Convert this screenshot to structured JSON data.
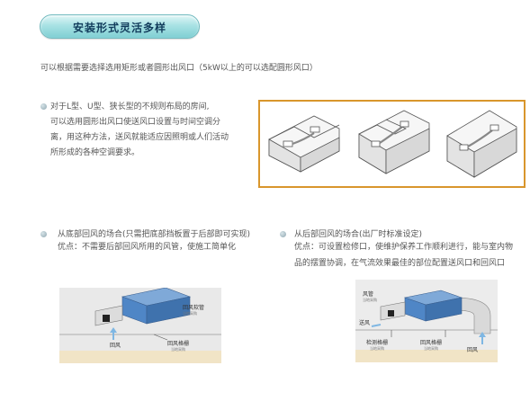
{
  "header": {
    "title": "安装形式灵活多样"
  },
  "intro": "可以根据需要选择选用矩形或者圆形出风口（5kW以上的可以选配圆形风口）",
  "section1": {
    "lines": [
      "对于L型、U型、狭长型的不规则布局的房间,",
      "可以选用圆形出风口使送风口设置与时间空调分",
      "离，用这种方法，送风就能适应因照明或人们活动",
      "所形成的各种空调要求。"
    ]
  },
  "section2": {
    "heading": "从底部回风的场合(只需把底部挡板置于后部即可实现)",
    "advantage": "优点：不需要后部回风所用的风管，使施工简单化",
    "labels": {
      "return_duct": "回风软管",
      "return_duct_note": "当地采购",
      "return_air": "回风",
      "return_grille": "回风格栅",
      "return_grille_note": "当地采购"
    }
  },
  "section3": {
    "heading": "从后部回风的场合(出厂时标准设定)",
    "advantage_line1": "优点：可设置检修口，使维护保养工作顺利进行，能与室内物",
    "advantage_line2": "品的摆置协调，在气流效果最佳的部位配置送风口和回风口",
    "labels": {
      "duct": "风管",
      "duct_note": "当地采购",
      "supply_air": "送风",
      "inspection_grille": "检测格栅",
      "inspection_grille_note": "当地采购",
      "return_grille": "回风格栅",
      "return_grille_note": "当地采购",
      "return_air": "回风"
    }
  },
  "colors": {
    "title_text": "#123c5c",
    "pill_light": "#dff6f6",
    "pill_dark": "#7fcfd3",
    "frame_border": "#d9962c",
    "unit_blue": "#4f86c6",
    "airflow_blue": "#7fb7e3"
  }
}
